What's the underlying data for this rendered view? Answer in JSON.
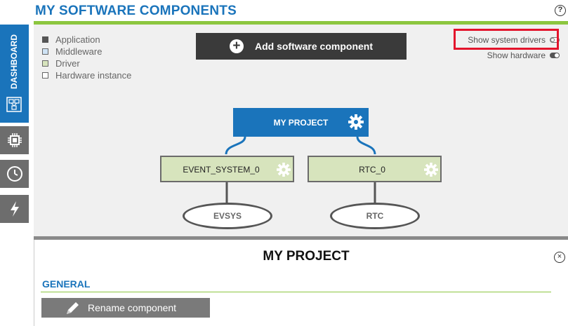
{
  "header": {
    "title": "MY SOFTWARE COMPONENTS",
    "help_symbol": "?"
  },
  "sidebar": {
    "items": [
      {
        "label": "DASHBOARD",
        "icon": "dashboard-icon",
        "active": true
      },
      {
        "label": "",
        "icon": "chip-icon"
      },
      {
        "label": "",
        "icon": "clock-icon"
      },
      {
        "label": "",
        "icon": "lightning-icon"
      }
    ]
  },
  "legend": {
    "items": [
      {
        "label": "Application",
        "color": "#555555",
        "border": "#555555"
      },
      {
        "label": "Middleware",
        "color": "#cfe3f5",
        "border": "#666666"
      },
      {
        "label": "Driver",
        "color": "#d7e4bd",
        "border": "#666666"
      },
      {
        "label": "Hardware instance",
        "color": "#ffffff",
        "border": "#666666"
      }
    ]
  },
  "toolbar": {
    "add_label": "Add software component"
  },
  "toggles": {
    "system_drivers": {
      "label": "Show system drivers",
      "on": false
    },
    "hardware": {
      "label": "Show hardware",
      "on": true
    }
  },
  "diagram": {
    "project": {
      "label": "MY PROJECT"
    },
    "drivers": [
      {
        "label": "EVENT_SYSTEM_0",
        "hardware": "EVSYS"
      },
      {
        "label": "RTC_0",
        "hardware": "RTC"
      }
    ]
  },
  "details": {
    "title": "MY PROJECT",
    "close_symbol": "×",
    "section": "GENERAL",
    "rename_label": "Rename component"
  },
  "colors": {
    "accent_blue": "#1a74bb",
    "accent_green": "#8cc63f",
    "highlight_red": "#e3142c",
    "driver_fill": "#d7e4bd"
  }
}
